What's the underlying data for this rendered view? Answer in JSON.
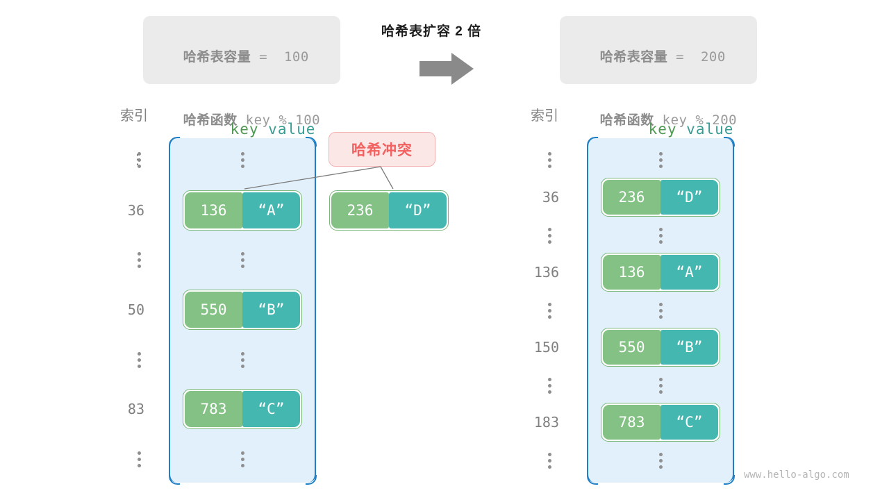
{
  "before": {
    "capacity_label": "哈希表容量",
    "capacity_value": "=  100",
    "function_label": "哈希函数",
    "function_value": "key % 100"
  },
  "after": {
    "capacity_label": "哈希表容量",
    "capacity_value": "=  200",
    "function_label": "哈希函数",
    "function_value": "key % 200"
  },
  "transition": {
    "title": "哈希表扩容 2 倍",
    "arrow_icon": "right-arrow-icon"
  },
  "columns": {
    "index_title": "索引",
    "key_title": "key",
    "value_title": "value"
  },
  "collision": {
    "label": "哈希冲突"
  },
  "left_table": {
    "rows": [
      {
        "index": "⋮",
        "type": "ellipsis"
      },
      {
        "index": "36",
        "type": "pair",
        "key": "136",
        "value": "“A”"
      },
      {
        "index": "⋮",
        "type": "ellipsis"
      },
      {
        "index": "50",
        "type": "pair",
        "key": "550",
        "value": "“B”"
      },
      {
        "index": "⋮",
        "type": "ellipsis"
      },
      {
        "index": "83",
        "type": "pair",
        "key": "783",
        "value": "“C”"
      },
      {
        "index": "⋮",
        "type": "ellipsis"
      }
    ],
    "overflow_pair": {
      "key": "236",
      "value": "“D”"
    }
  },
  "right_table": {
    "rows": [
      {
        "index": "⋮",
        "type": "ellipsis"
      },
      {
        "index": "36",
        "type": "pair",
        "key": "236",
        "value": "“D”"
      },
      {
        "index": "⋮",
        "type": "ellipsis"
      },
      {
        "index": "136",
        "type": "pair",
        "key": "136",
        "value": "“A”"
      },
      {
        "index": "⋮",
        "type": "ellipsis"
      },
      {
        "index": "150",
        "type": "pair",
        "key": "550",
        "value": "“B”"
      },
      {
        "index": "⋮",
        "type": "ellipsis"
      },
      {
        "index": "183",
        "type": "pair",
        "key": "783",
        "value": "“C”"
      },
      {
        "index": "⋮",
        "type": "ellipsis"
      }
    ]
  },
  "watermark": "www.hello-algo.com",
  "colors": {
    "key_cell": "#84c184",
    "value_cell": "#44b8b0",
    "bucket_fill": "#e2f0fb",
    "bucket_border": "#1f7fc4",
    "collision_text": "#f2615f",
    "collision_fill": "#fce7e7",
    "info_fill": "#ebebeb",
    "arrow": "#8a8a8a"
  }
}
